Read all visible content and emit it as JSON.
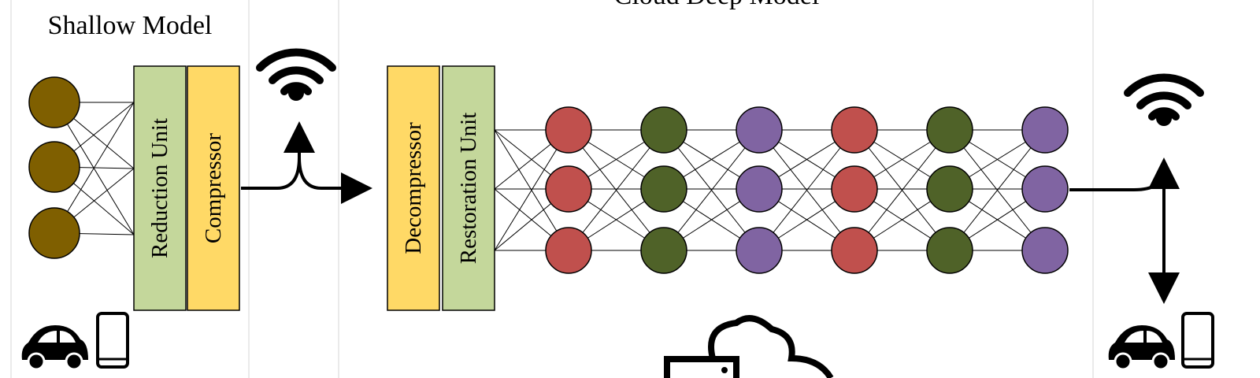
{
  "labels": {
    "shallow_model": "Shallow Model",
    "deep_model": "Cloud Deep Model",
    "reduction_unit": "Reduction Unit",
    "compressor": "Compressor",
    "decompressor": "Decompressor",
    "restoration_unit": "Restoration Unit"
  },
  "colors": {
    "shallow_node": "#7f5f00",
    "red_node": "#c0504d",
    "green_node": "#4f6228",
    "purple_node": "#8064a2",
    "green_unit": "#c4d79b",
    "yellow_unit": "#ffd966",
    "panel_border": "#e4e4e4"
  },
  "icons": {
    "wireless": "wifi-icon",
    "car": "car-icon",
    "phone": "smartphone-icon",
    "cloud": "cloud-server-icon"
  },
  "network": {
    "shallow_layer_count": 1,
    "deep_layers": [
      "red",
      "green",
      "purple",
      "red",
      "green",
      "purple"
    ],
    "nodes_per_layer": 3
  }
}
